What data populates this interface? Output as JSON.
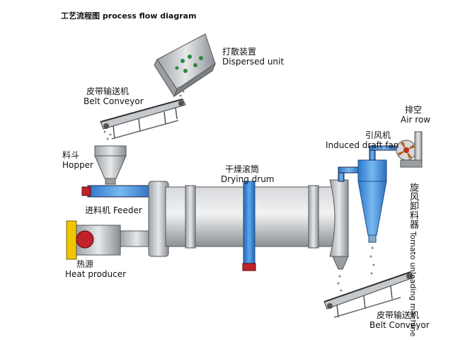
{
  "title": "工艺流程图 process flow diagram",
  "labels": {
    "dispersed_unit": {
      "zh": "打散装置",
      "en": "Dispersed unit"
    },
    "belt_conveyor_top": {
      "zh": "皮带输送机",
      "en": "Belt Conveyor"
    },
    "hopper": {
      "zh": "料斗",
      "en": "Hopper"
    },
    "feeder": {
      "zh": "进料机 Feeder"
    },
    "heat_producer": {
      "zh": "热源",
      "en": "Heat producer"
    },
    "drying_drum": {
      "zh": "干燥滚筒",
      "en": "Drying drum"
    },
    "air_row": {
      "zh": "排空",
      "en": "Air row"
    },
    "induced_draft_fan": {
      "zh": "引风机",
      "en": "Induced draft fan"
    },
    "cyclone": {
      "zh": "旋风卸料器",
      "en": "Tomato unloading machine"
    },
    "belt_conveyor_bottom": {
      "zh": "皮带输送机",
      "en": "Belt Conveyor"
    }
  },
  "colors": {
    "drum": "#b9bcc0",
    "band": "#2f7fd4",
    "cyclone": "#4a9be0",
    "heater_red": "#c0222a",
    "heater_yellow": "#f0c400",
    "steel": "#8f9499"
  }
}
